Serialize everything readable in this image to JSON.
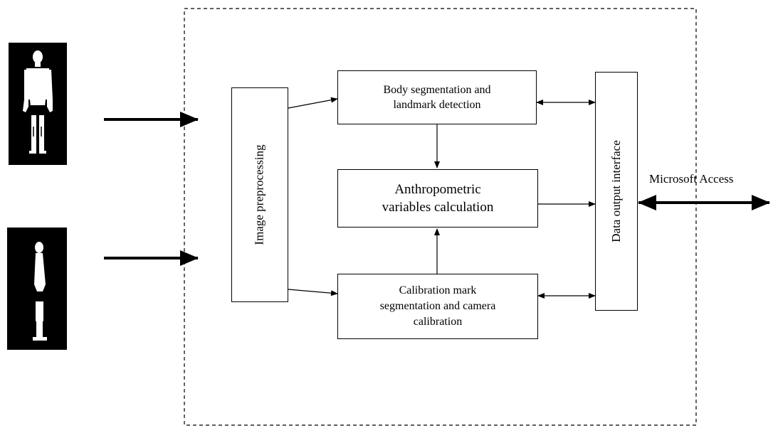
{
  "boxes": {
    "image_preprocessing": "Image preprocessing",
    "body_segmentation_line1": "Body segmentation and",
    "body_segmentation_line2": "landmark detection",
    "anthropometric_line1": "Anthropometric",
    "anthropometric_line2": "variables calculation",
    "calibration_line1": "Calibration mark",
    "calibration_line2": "segmentation and camera",
    "calibration_line3": "calibration",
    "data_output_interface": "Data output interface"
  },
  "external": {
    "database_label": "Microsoft Access"
  },
  "inputs": [
    "front-view-silhouette",
    "side-view-silhouette"
  ]
}
